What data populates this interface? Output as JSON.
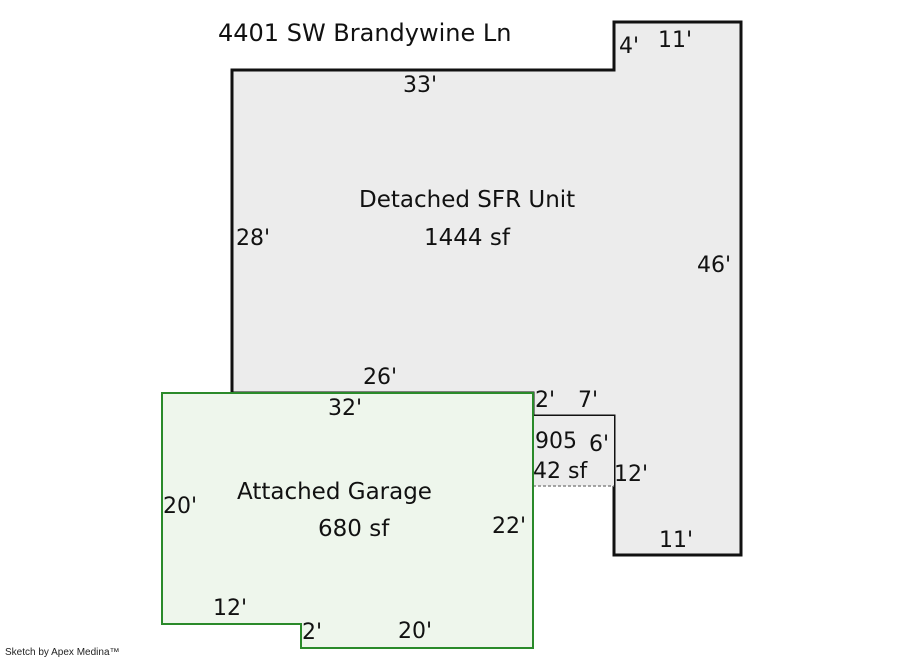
{
  "address": "4401 SW Brandywine Ln",
  "credit": "Sketch by Apex Medina™",
  "colors": {
    "house_fill": "#ececec",
    "house_stroke": "#111111",
    "garage_fill": "#eef6ec",
    "garage_stroke": "#2a8a2a",
    "divider": "#888888"
  },
  "areas": {
    "house": {
      "name": "Detached SFR Unit",
      "sf": "1444 sf"
    },
    "garage": {
      "name": "Attached Garage",
      "sf": "680 sf"
    },
    "small": {
      "name": "905",
      "sf": "42 sf"
    }
  },
  "dims": {
    "house_top": "33'",
    "house_notch_height": "4'",
    "house_notch_width": "11'",
    "house_left": "28'",
    "house_right": "46'",
    "house_bottom_left": "26'",
    "house_step": "2'",
    "house_step_top": "7'",
    "house_step_side": "6'",
    "house_lower_right": "12'",
    "house_bottom_right": "11'",
    "garage_top": "32'",
    "garage_left": "20'",
    "garage_right": "22'",
    "garage_bottom_left": "12'",
    "garage_step": "2'",
    "garage_bottom_right": "20'"
  }
}
